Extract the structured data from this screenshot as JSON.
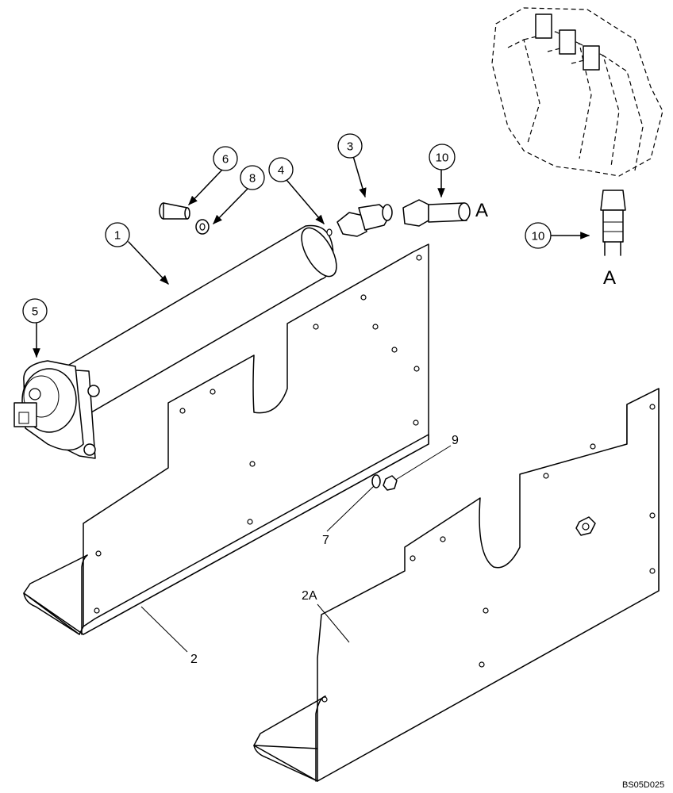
{
  "callouts": [
    {
      "id": "c1",
      "label": "1"
    },
    {
      "id": "c3",
      "label": "3"
    },
    {
      "id": "c4",
      "label": "4"
    },
    {
      "id": "c5",
      "label": "5"
    },
    {
      "id": "c6",
      "label": "6"
    },
    {
      "id": "c8",
      "label": "8"
    },
    {
      "id": "c10a",
      "label": "10"
    },
    {
      "id": "c10b",
      "label": "10"
    }
  ],
  "labels": {
    "part_2": "2",
    "part_2a": "2A",
    "part_7": "7",
    "part_9": "9",
    "view_a_top": "A",
    "view_a_bottom": "A"
  },
  "reference": "BS05D025"
}
